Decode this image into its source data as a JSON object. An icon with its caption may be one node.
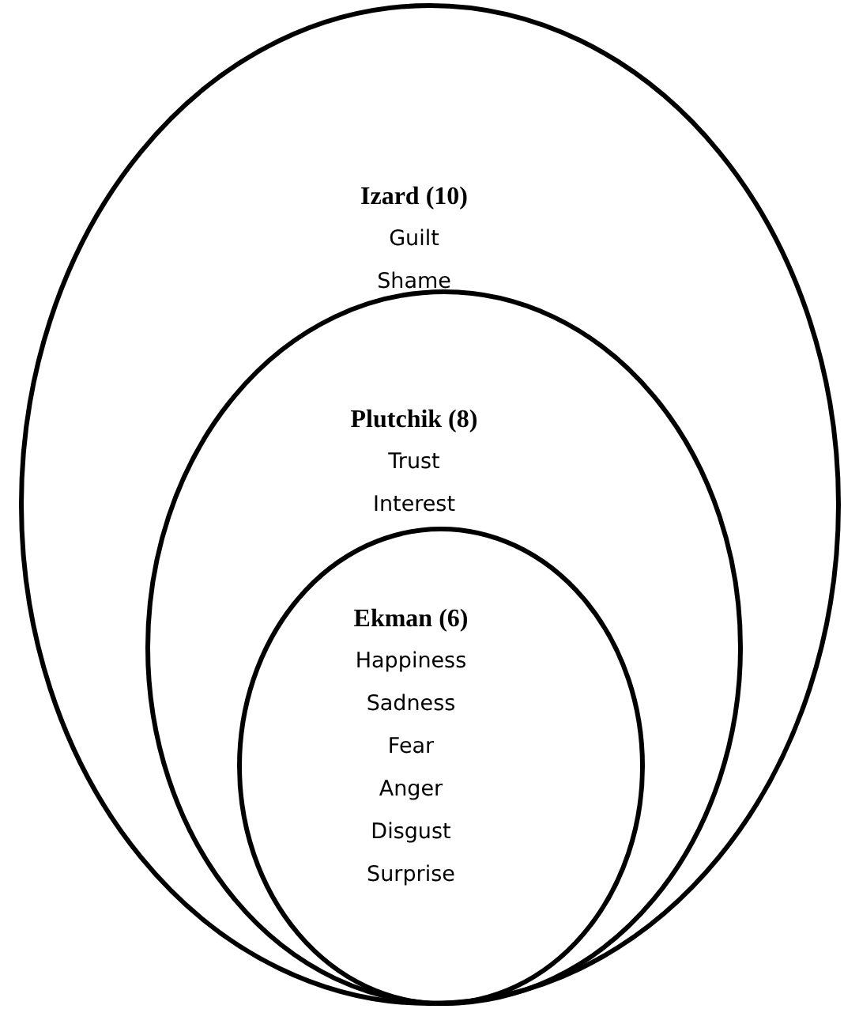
{
  "diagram": {
    "nodes": [
      {
        "text": [
          "Izard (10)",
          "Guilt",
          "Shame"
        ]
      },
      {
        "text": [
          "Plutchik (8)",
          "Trust",
          "Interest"
        ],
        "in": 0
      },
      {
        "text": [
          "Ekman (6)",
          "Happiness",
          "Sadness",
          "Fear",
          "Anger",
          "Disgust",
          "Surprise"
        ],
        "in": 1
      }
    ],
    "edges": []
  }
}
